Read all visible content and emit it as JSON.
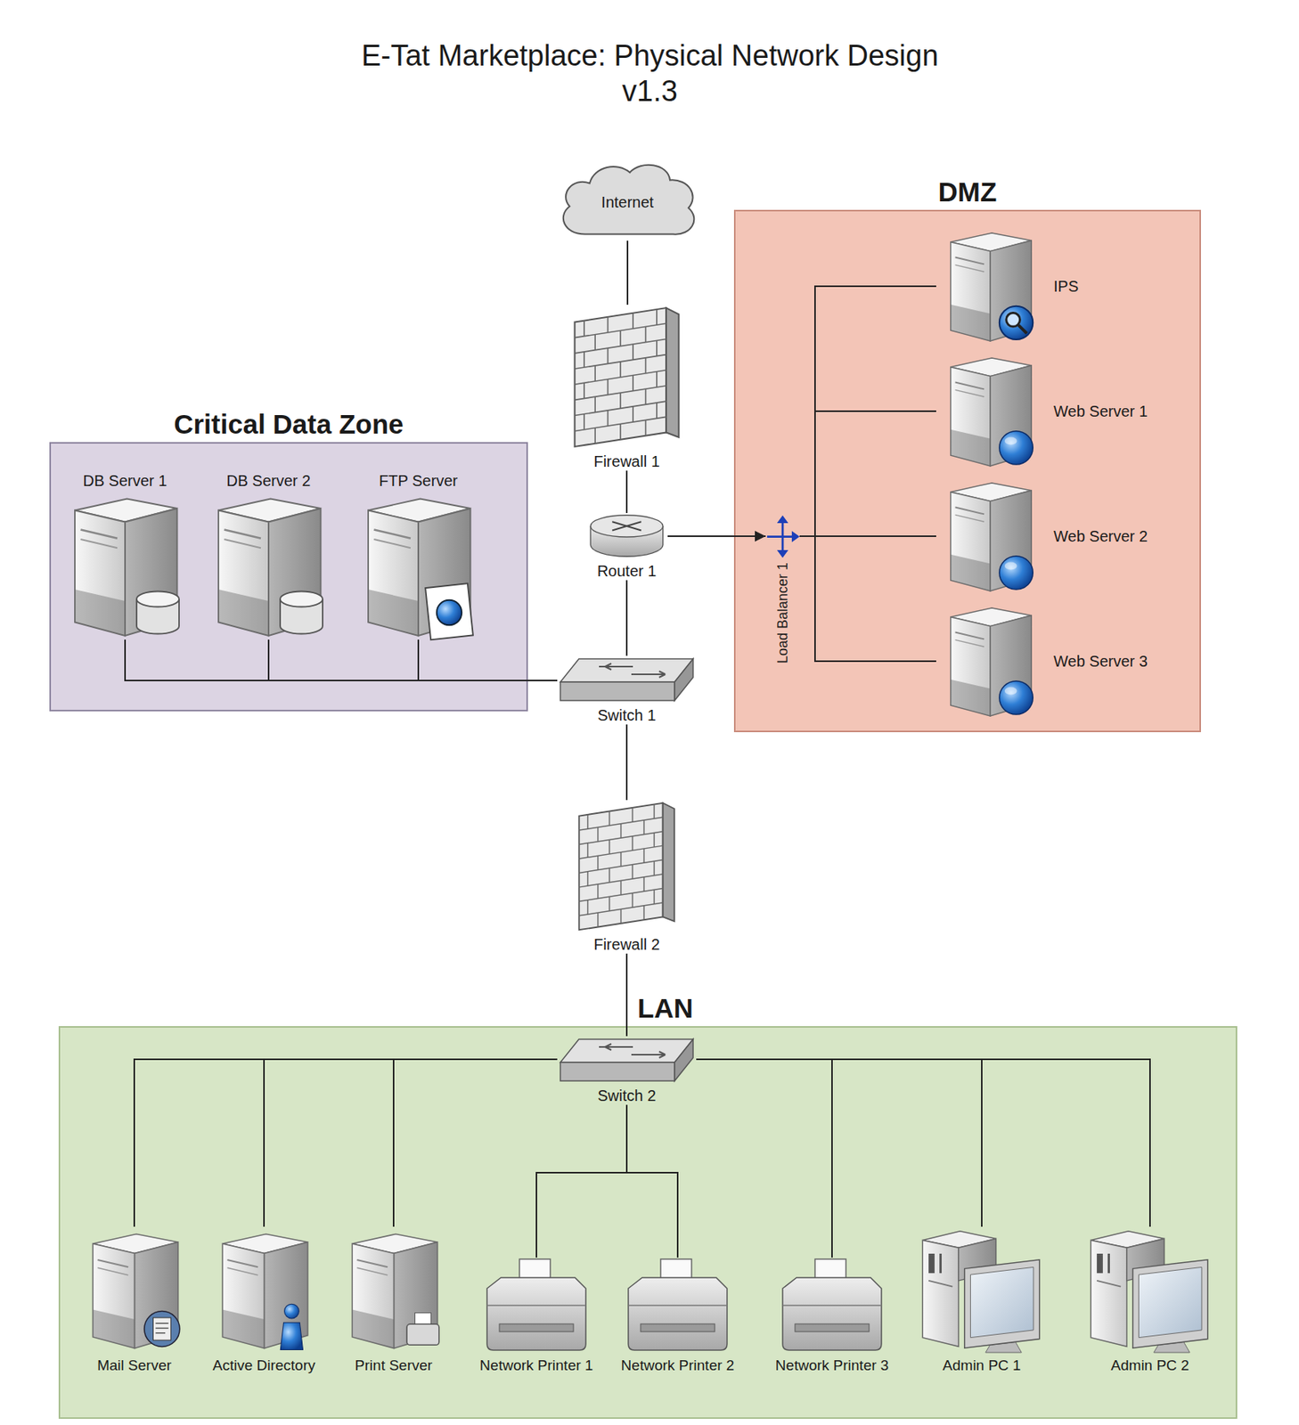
{
  "diagram": {
    "title": "E-Tat Marketplace: Physical Network Design v1.3",
    "nodes": [
      {
        "text": [
          "Critical Data Zone"
        ]
      },
      {
        "text": [
          "DB Server 1"
        ],
        "in": 0
      },
      {
        "text": [
          "DB Server 2"
        ],
        "in": 0
      },
      {
        "text": [
          "FTP Server"
        ],
        "in": 0
      },
      {
        "text": [
          "Internet"
        ]
      },
      {
        "text": [
          "Firewall 1"
        ]
      },
      {
        "text": [
          "Router 1"
        ]
      },
      {
        "text": [
          "Switch 1"
        ]
      },
      {
        "text": [
          "DMZ"
        ]
      },
      {
        "text": [
          "IPS"
        ],
        "in": 8
      },
      {
        "text": [
          "Web Server 1"
        ],
        "in": 8
      },
      {
        "text": [
          "Web Server 2"
        ],
        "in": 8
      },
      {
        "text": [
          "Web Server 3"
        ],
        "in": 8
      },
      {
        "text": [
          "Load Balancer 1"
        ],
        "in": 8
      },
      {
        "text": [
          "Firewall 2"
        ]
      },
      {
        "text": [
          "LAN"
        ]
      },
      {
        "text": [
          "Switch 2"
        ],
        "in": 15
      },
      {
        "text": [
          "Mail Server"
        ],
        "in": 15
      },
      {
        "text": [
          "Active Directory"
        ],
        "in": 15
      },
      {
        "text": [
          "Print Server"
        ],
        "in": 15
      },
      {
        "text": [
          "Network Printer 1"
        ],
        "in": 15
      },
      {
        "text": [
          "Network Printer 2"
        ],
        "in": 15
      },
      {
        "text": [
          "Network Printer 3"
        ],
        "in": 15
      },
      {
        "text": [
          "Admin PC 1"
        ],
        "in": 15
      },
      {
        "text": [
          "Admin PC 2"
        ],
        "in": 15
      }
    ],
    "edges": [
      {
        "from": 4,
        "to": 5,
        "arrow": "none"
      },
      {
        "from": 5,
        "to": 6,
        "arrow": "none"
      },
      {
        "from": 6,
        "to": 13,
        "arrow": "to"
      },
      {
        "from": 6,
        "to": 7,
        "arrow": "none"
      },
      {
        "from": 7,
        "to": 1,
        "arrow": "none"
      },
      {
        "from": 7,
        "to": 2,
        "arrow": "none"
      },
      {
        "from": 7,
        "to": 3,
        "arrow": "none"
      },
      {
        "from": 13,
        "to": 9,
        "arrow": "none"
      },
      {
        "from": 13,
        "to": 10,
        "arrow": "none"
      },
      {
        "from": 13,
        "to": 11,
        "arrow": "none"
      },
      {
        "from": 13,
        "to": 12,
        "arrow": "none"
      },
      {
        "from": 7,
        "to": 14,
        "arrow": "none"
      },
      {
        "from": 14,
        "to": 16,
        "arrow": "none"
      },
      {
        "from": 16,
        "to": 17,
        "arrow": "none"
      },
      {
        "from": 16,
        "to": 18,
        "arrow": "none"
      },
      {
        "from": 16,
        "to": 19,
        "arrow": "none"
      },
      {
        "from": 16,
        "to": 20,
        "arrow": "none"
      },
      {
        "from": 16,
        "to": 21,
        "arrow": "none"
      },
      {
        "from": 16,
        "to": 22,
        "arrow": "none"
      },
      {
        "from": 16,
        "to": 23,
        "arrow": "none"
      },
      {
        "from": 16,
        "to": 24,
        "arrow": "none"
      }
    ]
  }
}
